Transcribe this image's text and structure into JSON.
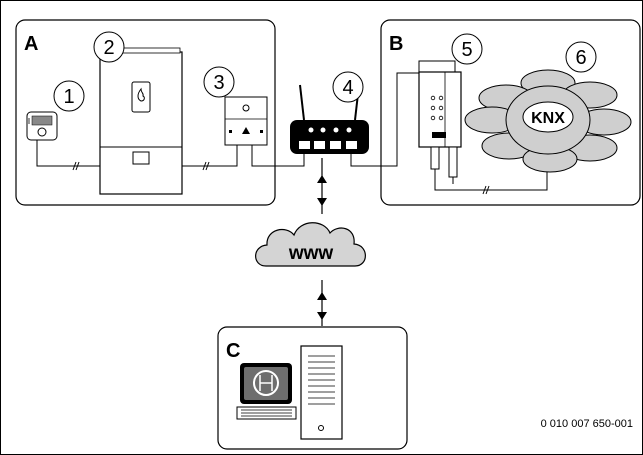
{
  "diagram": {
    "sections": {
      "a": "A",
      "b": "B",
      "c": "C"
    },
    "callouts": [
      "1",
      "2",
      "3",
      "4",
      "5",
      "6"
    ],
    "knx_label": "KNX",
    "internet_label": "www",
    "document_code": "0 010 007 650-001"
  }
}
